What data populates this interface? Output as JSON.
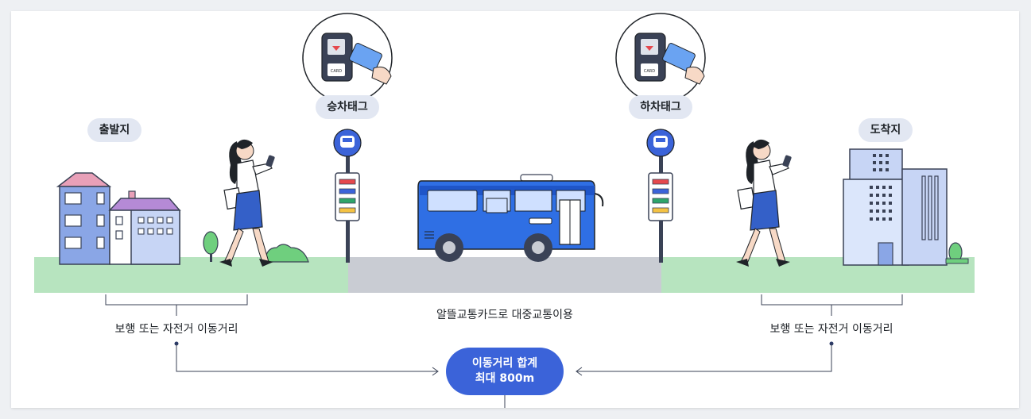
{
  "labels": {
    "origin": "출발지",
    "destination": "도착지",
    "board_tag": "승차태그",
    "alight_tag": "하차태그"
  },
  "captions": {
    "walk_left": "보행 또는 자전거 이동거리",
    "transit": "알뜰교통카드로 대중교통이용",
    "walk_right": "보행 또는 자전거 이동거리"
  },
  "total": {
    "line1": "이동거리 합계",
    "line2": "최대 800m"
  },
  "card_reader": {
    "screen_text": "CARD",
    "card_label": "CARD"
  },
  "colors": {
    "ground_green": "#b7e4bf",
    "road_gray": "#c9ccd3",
    "bus_blue": "#2f6fe4",
    "accent_blue": "#3b63d9",
    "pill_bg": "#e2e7f2"
  }
}
